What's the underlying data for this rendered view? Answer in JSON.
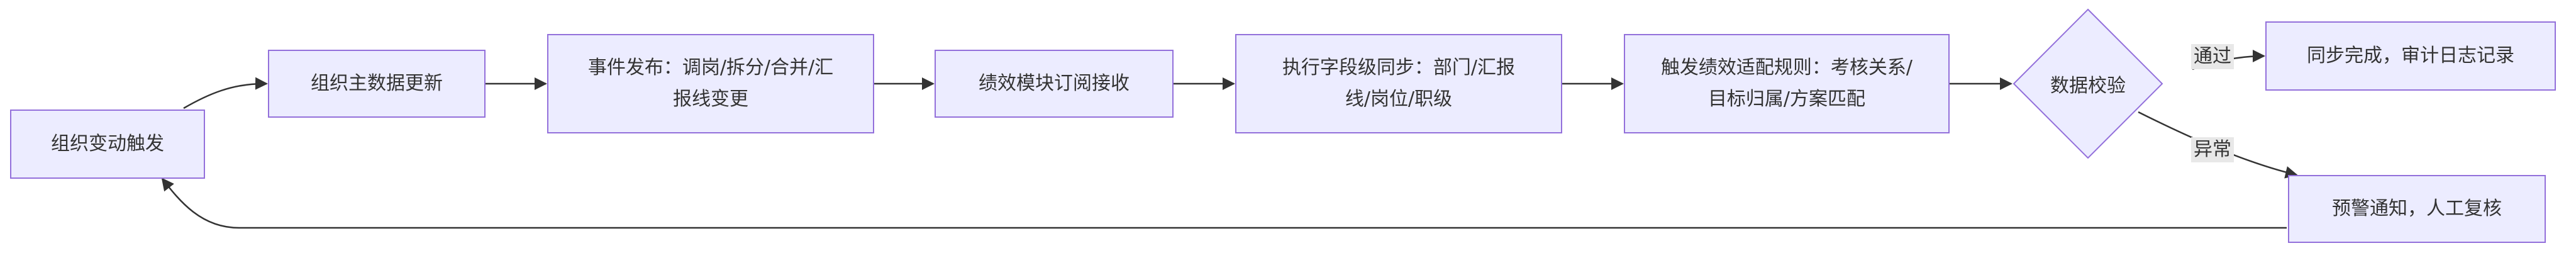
{
  "nodes": {
    "trigger": "组织变动触发",
    "master_update": "组织主数据更新",
    "event_publish": "事件发布：调岗/拆分/合并/汇报线变更",
    "perf_subscribe": "绩效模块订阅接收",
    "field_sync": "执行字段级同步：部门/汇报线/岗位/职级",
    "adapt_rules": "触发绩效适配规则：考核关系/目标归属/方案匹配",
    "validate": "数据校验",
    "sync_done": "同步完成，审计日志记录",
    "alert": "预警通知，人工复核"
  },
  "edge_labels": {
    "pass": "通过",
    "error": "异常"
  },
  "colors": {
    "node_fill": "#ECECFF",
    "node_stroke": "#9370DB",
    "edge": "#333333",
    "text": "#333333",
    "label_bg": "#e8e8e8"
  }
}
